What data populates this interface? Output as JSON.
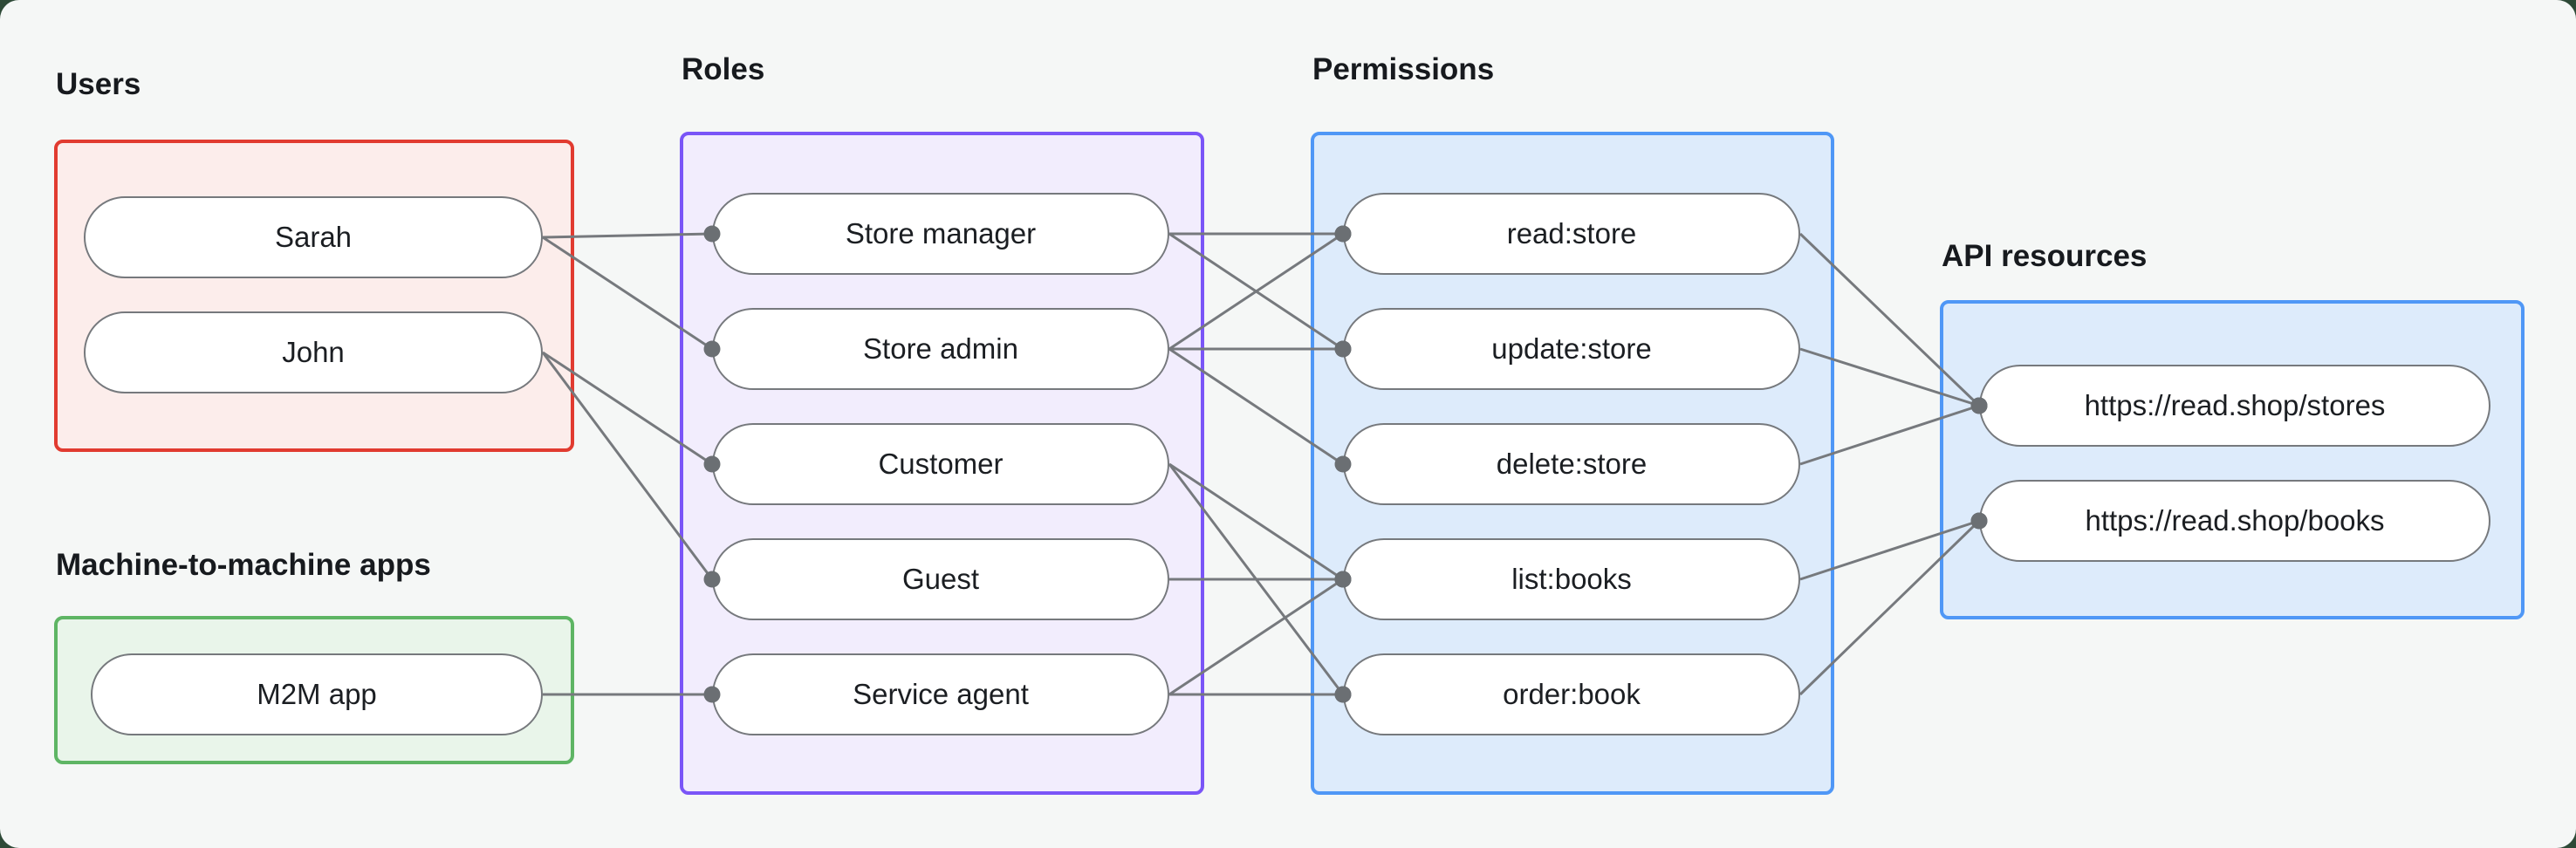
{
  "diagram": {
    "background_color": "#f5f7f6",
    "outside_color": "#2e4a37",
    "edge_color": "#76797d",
    "edge_dot_color": "#6b6f73",
    "node_fill_color": "#ffffff",
    "node_border_color": "#76797d",
    "groups": [
      {
        "id": "users",
        "label": "Users",
        "border_color": "#e13b30",
        "fill_color": "#fcedeb",
        "nodes": [
          {
            "id": "sarah",
            "label": "Sarah"
          },
          {
            "id": "john",
            "label": "John"
          }
        ]
      },
      {
        "id": "m2m",
        "label": "Machine-to-machine apps",
        "border_color": "#5eb564",
        "fill_color": "#e9f5ea",
        "nodes": [
          {
            "id": "m2m_app",
            "label": "M2M app"
          }
        ]
      },
      {
        "id": "roles",
        "label": "Roles",
        "border_color": "#7a55f7",
        "fill_color": "#f2edfd",
        "nodes": [
          {
            "id": "store_manager",
            "label": "Store manager"
          },
          {
            "id": "store_admin",
            "label": "Store admin"
          },
          {
            "id": "customer",
            "label": "Customer"
          },
          {
            "id": "guest",
            "label": "Guest"
          },
          {
            "id": "service_agent",
            "label": "Service agent"
          }
        ]
      },
      {
        "id": "permissions",
        "label": "Permissions",
        "border_color": "#4f97f6",
        "fill_color": "#ddebfb",
        "nodes": [
          {
            "id": "read_store",
            "label": "read:store"
          },
          {
            "id": "update_store",
            "label": "update:store"
          },
          {
            "id": "delete_store",
            "label": "delete:store"
          },
          {
            "id": "list_books",
            "label": "list:books"
          },
          {
            "id": "order_book",
            "label": "order:book"
          }
        ]
      },
      {
        "id": "api",
        "label": "API resources",
        "border_color": "#4f97f6",
        "fill_color": "#ddebfb",
        "nodes": [
          {
            "id": "stores_api",
            "label": "https://read.shop/stores"
          },
          {
            "id": "books_api",
            "label": "https://read.shop/books"
          }
        ]
      }
    ],
    "edges": [
      {
        "from": "sarah",
        "to": "store_manager"
      },
      {
        "from": "sarah",
        "to": "store_admin"
      },
      {
        "from": "john",
        "to": "customer"
      },
      {
        "from": "john",
        "to": "guest"
      },
      {
        "from": "m2m_app",
        "to": "service_agent"
      },
      {
        "from": "store_manager",
        "to": "read_store"
      },
      {
        "from": "store_manager",
        "to": "update_store"
      },
      {
        "from": "store_admin",
        "to": "read_store"
      },
      {
        "from": "store_admin",
        "to": "update_store"
      },
      {
        "from": "store_admin",
        "to": "delete_store"
      },
      {
        "from": "customer",
        "to": "list_books"
      },
      {
        "from": "customer",
        "to": "order_book"
      },
      {
        "from": "guest",
        "to": "list_books"
      },
      {
        "from": "service_agent",
        "to": "list_books"
      },
      {
        "from": "service_agent",
        "to": "order_book"
      },
      {
        "from": "read_store",
        "to": "stores_api"
      },
      {
        "from": "update_store",
        "to": "stores_api"
      },
      {
        "from": "delete_store",
        "to": "stores_api"
      },
      {
        "from": "list_books",
        "to": "books_api"
      },
      {
        "from": "order_book",
        "to": "books_api"
      }
    ]
  }
}
